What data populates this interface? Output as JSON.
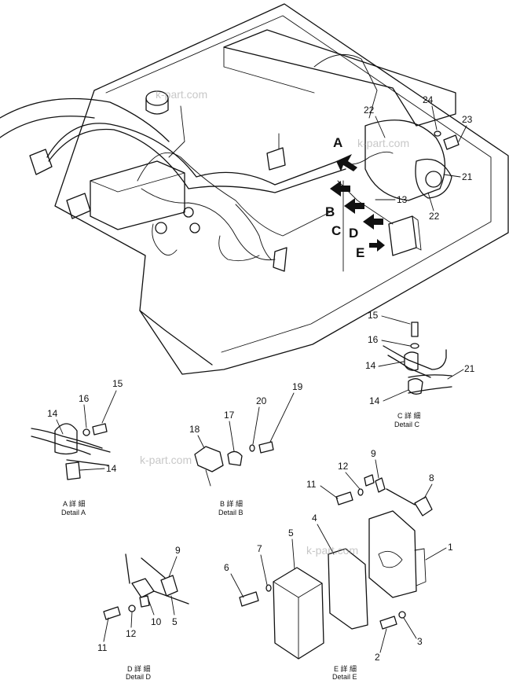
{
  "detail_letters": [
    "A",
    "B",
    "C",
    "D",
    "E"
  ],
  "watermark": "k-part.com",
  "main_callouts": {
    "n22a": "22",
    "n24": "24",
    "n23": "23",
    "n21": "21",
    "n13": "13",
    "n22b": "22"
  },
  "detail_c": {
    "parts": {
      "n15": "15",
      "n16": "16",
      "n14a": "14",
      "n14b": "14",
      "n21": "21"
    },
    "caption_jp": "C 詳 細",
    "caption_en": "Detail C"
  },
  "detail_a": {
    "parts": {
      "n15": "15",
      "n16": "16",
      "n14a": "14",
      "n14b": "14"
    },
    "caption_jp": "A 詳 細",
    "caption_en": "Detail A"
  },
  "detail_b": {
    "parts": {
      "n18": "18",
      "n17": "17",
      "n20": "20",
      "n19": "19"
    },
    "caption_jp": "B 詳 細",
    "caption_en": "Detail B"
  },
  "detail_d": {
    "parts": {
      "n9": "9",
      "n10": "10",
      "n5": "5",
      "n12": "12",
      "n11": "11"
    },
    "caption_jp": "D 詳 細",
    "caption_en": "Detail D"
  },
  "detail_e": {
    "parts": {
      "n9": "9",
      "n8": "8",
      "n12": "12",
      "n11": "11",
      "n4": "4",
      "n5": "5",
      "n1": "1",
      "n7": "7",
      "n6": "6",
      "n3": "3",
      "n2": "2"
    },
    "caption_jp": "E 詳 細",
    "caption_en": "Detail E"
  }
}
